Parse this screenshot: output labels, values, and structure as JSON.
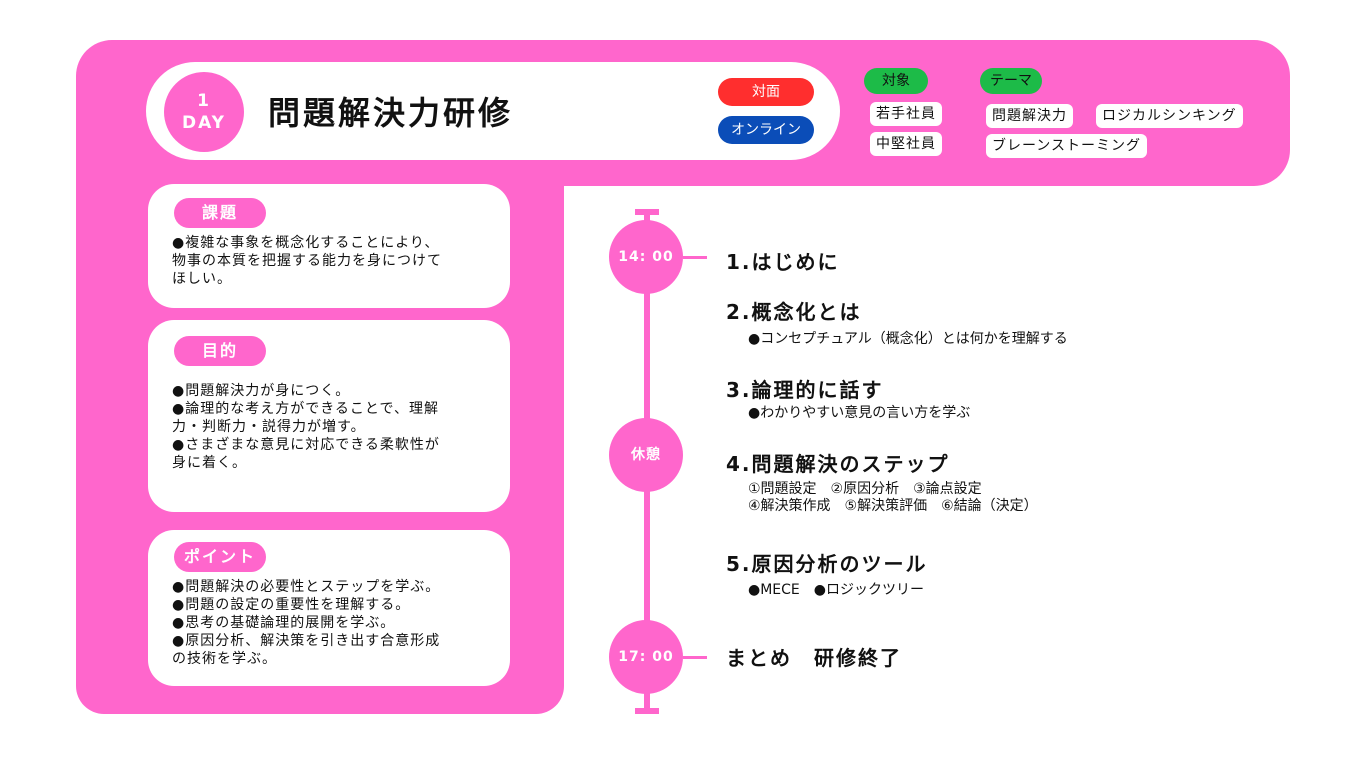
{
  "header": {
    "day_number": "1",
    "day_unit": "DAY",
    "title": "問題解決力研修",
    "format_face": "対面",
    "format_online": "オンライン",
    "target_label": "対象",
    "target_tags": [
      "若手社員",
      "中堅社員"
    ],
    "theme_label": "テーマ",
    "theme_tags": [
      "問題解決力",
      "ロジカルシンキング",
      "ブレーンストーミング"
    ]
  },
  "cards": {
    "issue": {
      "heading": "課題",
      "lines": [
        "●複雑な事象を概念化することにより、",
        "物事の本質を把握する能力を身につけて",
        "ほしい。"
      ]
    },
    "goal": {
      "heading": "目的",
      "lines": [
        "●問題解決力が身につく。",
        "●論理的な考え方ができることで、理解",
        "力・判断力・説得力が増す。",
        "●さまざまな意見に対応できる柔軟性が",
        "身に着く。"
      ]
    },
    "point": {
      "heading": "ポイント",
      "lines": [
        "●問題解決の必要性とステップを学ぶ。",
        "●問題の設定の重要性を理解する。",
        "●思考の基礎論理的展開を学ぶ。",
        "●原因分析、解決策を引き出す合意形成",
        "の技術を学ぶ。"
      ]
    }
  },
  "timeline": {
    "start_time": "14: 00",
    "break_label": "休憩",
    "end_time": "17: 00",
    "items": [
      {
        "title": "1.はじめに",
        "sub": []
      },
      {
        "title": "2.概念化とは",
        "sub": [
          "●コンセプチュアル（概念化）とは何かを理解する"
        ]
      },
      {
        "title": "3.論理的に話す",
        "sub": [
          "●わかりやすい意見の言い方を学ぶ"
        ]
      },
      {
        "title": "4.問題解決のステップ",
        "sub": [
          "①問題設定　②原因分析　③論点設定",
          "④解決策作成　⑤解決策評価　⑥結論（決定）"
        ]
      },
      {
        "title": "5.原因分析のツール",
        "sub": [
          "●MECE　●ロジックツリー"
        ]
      },
      {
        "title": "まとめ　研修終了",
        "sub": []
      }
    ]
  },
  "colors": {
    "pink": "#ff66cc",
    "red": "#ff2e2e",
    "blue": "#0b4db8",
    "green": "#1dbb48"
  }
}
